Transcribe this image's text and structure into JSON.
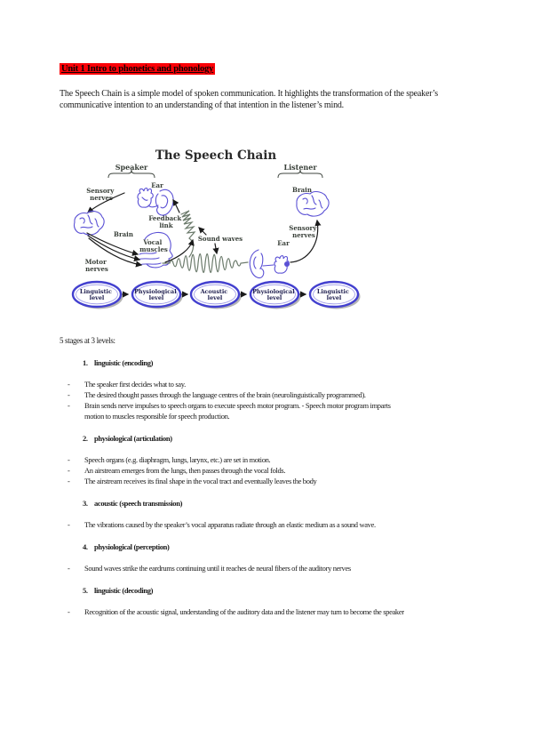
{
  "page": {
    "title": "Unit 1 Intro to phonetics and phonology",
    "intro": "The Speech Chain is a simple model of spoken communication. It highlights the transformation of the speaker’s communicative intention to an understanding of that intention in the listener’s mind.",
    "stages_heading": "5 stages at 3 levels:",
    "bullet_marker": "-",
    "highlight_color": "#fb0007"
  },
  "stages": [
    {
      "num": "1.",
      "title": "linguistic (encoding)",
      "bullets": [
        "The speaker first decides what to say.",
        "The desired thought passes through the language centres of the brain (neurolinguistically programmed).",
        "Brain sends nerve impulses to speech organs to execute speech motor program. - Speech motor program imparts motion to muscles responsible for speech production."
      ]
    },
    {
      "num": "2.",
      "title": "physiological (articulation)",
      "bullets": [
        "Speech organs (e.g. diaphragm, lungs, larynx, etc.) are set in motion.",
        "An airstream emerges from the lungs, then passes through the vocal folds.",
        "The airstream receives its final shape in the vocal tract and eventually leaves the body"
      ]
    },
    {
      "num": "3.",
      "title": "acoustic (speech transmission)",
      "bullets": [
        "The vibrations caused by the speaker’s vocal apparatus radiate through an elastic medium as a sound wave."
      ]
    },
    {
      "num": "4.",
      "title": "physiological (perception)",
      "bullets": [
        "Sound waves strike the eardrums continuing until it reaches de neural fibers of the auditory nerves"
      ]
    },
    {
      "num": "5.",
      "title": "linguistic (decoding)",
      "bullets": [
        "Recognition of the acoustic signal, understanding of the auditory data and the listener may turn to become the speaker"
      ]
    }
  ],
  "diagram": {
    "title": "The Speech Chain",
    "speaker": "Speaker",
    "listener": "Listener",
    "labels": {
      "ear_left": "Ear",
      "sensory_nerves_left": [
        "Sensory",
        "nerves"
      ],
      "brain_left": "Brain",
      "feedback_link": [
        "Feedback",
        "link"
      ],
      "vocal_muscles": [
        "Vocal",
        "muscles"
      ],
      "motor_nerves": [
        "Motor",
        "nerves"
      ],
      "sound_waves": "Sound waves",
      "ear_right": "Ear",
      "sensory_nerves_right": [
        "Sensory",
        "nerves"
      ],
      "brain_right": "Brain"
    },
    "levels": [
      [
        "Linguistic",
        "level"
      ],
      [
        "Physiological",
        "level"
      ],
      [
        "Acoustic",
        "level"
      ],
      [
        "Physiological",
        "level"
      ],
      [
        "Linguistic",
        "level"
      ]
    ],
    "colors": {
      "drawing_blue": "#5a50d5",
      "wave_olive": "#6b7a6b",
      "arrow_black": "#1a1a1a",
      "ellipse_border": "#4340cf"
    }
  }
}
